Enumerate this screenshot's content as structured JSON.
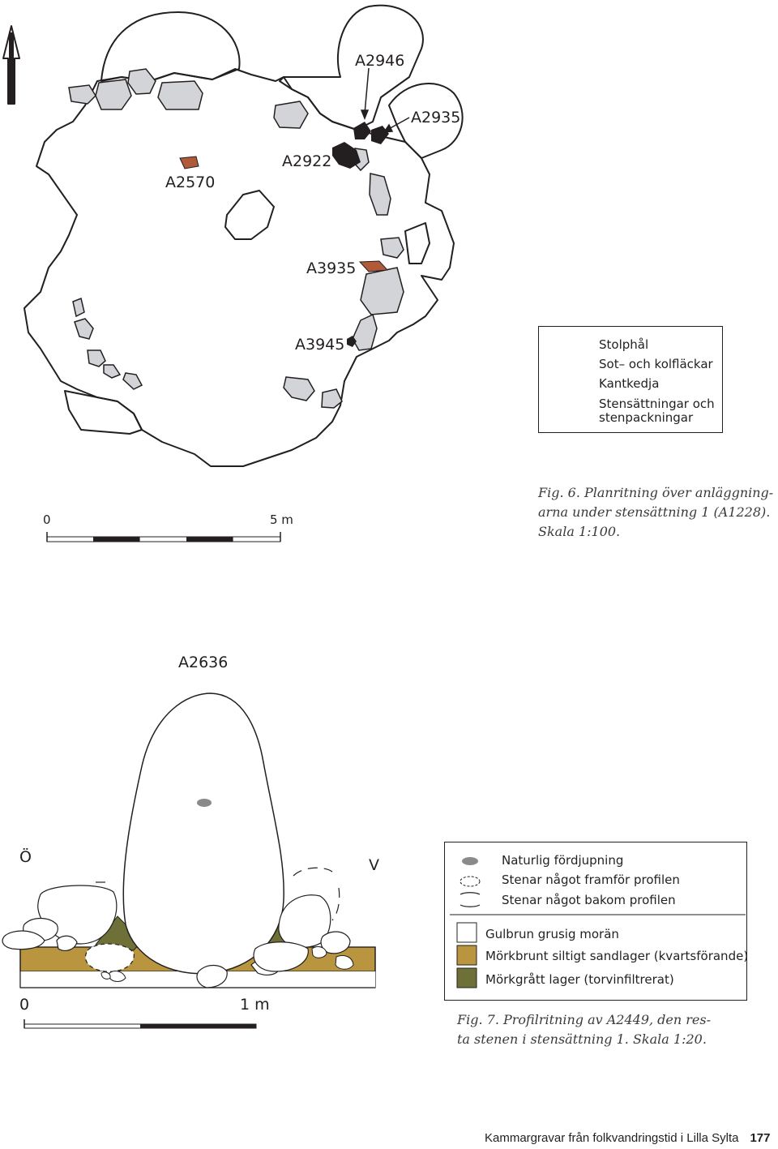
{
  "plan": {
    "labels": {
      "a2946": "A2946",
      "a2935": "A2935",
      "a2922": "A2922",
      "a2570": "A2570",
      "a3935": "A3935",
      "a3945": "A3945"
    },
    "legend": {
      "stolphal": "Stolphål",
      "sot": "Sot– och kolfläckar",
      "kantkedja": "Kantkedja",
      "stens_1": "Stensättningar och",
      "stens_2": "stenpackningar"
    },
    "scale": {
      "start": "0",
      "end": "5 m"
    },
    "caption": {
      "line1": "Fig. 6. Planritning över anläggning-",
      "line2": "arna under stensättning 1 (A1228).",
      "line3": "Skala 1:100."
    }
  },
  "profile": {
    "title": "A2636",
    "left_dir": "Ö",
    "right_dir": "V",
    "legend_top": {
      "fordjupning": "Naturlig fördjupning",
      "framfor": "Stenar något framför profilen",
      "bakom": "Stenar något bakom profilen"
    },
    "legend_bottom": {
      "gulbrun": "Gulbrun grusig morän",
      "morkbrunt": "Mörkbrunt siltigt sandlager (kvartsförande)",
      "morkgratt": "Mörkgrått lager (torvinfiltrerat)"
    },
    "scale": {
      "start": "0",
      "end": "1 m"
    },
    "caption": {
      "line1": "Fig. 7. Profilritning av A2449, den res-",
      "line2": "ta stenen i stensättning 1. Skala 1:20."
    }
  },
  "footer": {
    "title": "Kammargravar från folkvandringstid i Lilla Sylta",
    "page": "177"
  },
  "colors": {
    "stone_fill": "#d3d4d8",
    "posthole": "#b15a3a",
    "soot": "#231f20",
    "gulbrun": "#ffffff",
    "morkbrunt": "#b8953e",
    "morkgratt": "#6f7038"
  }
}
